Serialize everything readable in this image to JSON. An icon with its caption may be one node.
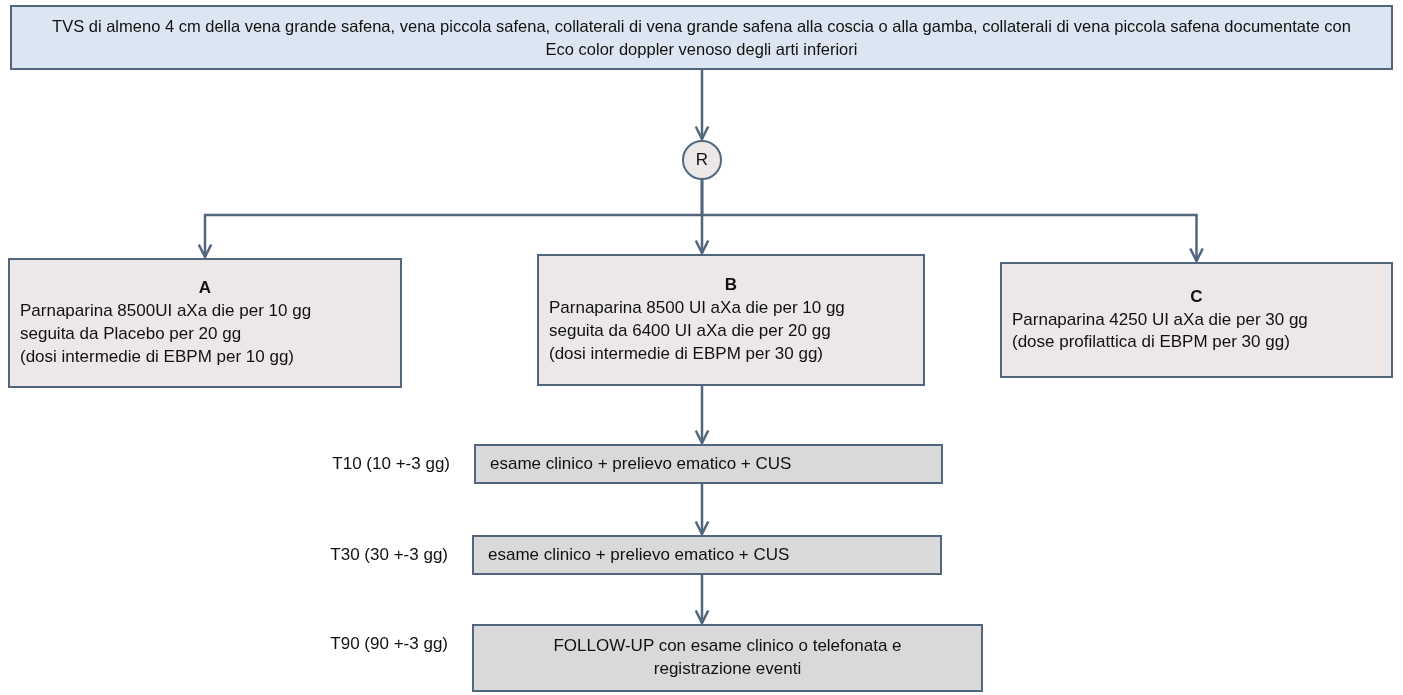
{
  "diagram": {
    "nodes": [
      {
        "text": [
          "TVS di almeno 4 cm della vena grande safena, vena piccola safena, collaterali di vena grande safena alla coscia o alla gamba, collaterali di vena piccola safena documentate con Eco color doppler venoso degli arti inferiori"
        ]
      },
      {
        "text": [
          "R"
        ]
      },
      {
        "text": [
          "A",
          "Parnaparina 8500UI aXa die per 10 gg",
          "seguita da Placebo per 20 gg",
          "(dosi intermedie di EBPM per 10 gg)"
        ]
      },
      {
        "text": [
          "B",
          "Parnaparina 8500 UI aXa die per 10 gg",
          "seguita da 6400 UI aXa die per 20 gg",
          "(dosi intermedie di EBPM per 30 gg)"
        ]
      },
      {
        "text": [
          "C",
          "Parnaparina 4250 UI aXa die per 30 gg",
          "(dose profilattica di EBPM per 30 gg)"
        ]
      },
      {
        "text": [
          "esame clinico + prelievo ematico + CUS"
        ],
        "beside": [
          "T10 (10 +-3 gg)"
        ]
      },
      {
        "text": [
          "esame clinico + prelievo ematico + CUS"
        ],
        "beside": [
          "T30 (30 +-3 gg)"
        ]
      },
      {
        "text": [
          "FOLLOW-UP con esame clinico o telefonata e registrazione eventi"
        ],
        "beside": [
          "T90 (90 +-3 gg)"
        ]
      }
    ],
    "edges": [
      {
        "from": 0,
        "to": 1,
        "arrow": "to"
      },
      {
        "from": 1,
        "to": 2,
        "arrow": "to"
      },
      {
        "from": 1,
        "to": 3,
        "arrow": "to"
      },
      {
        "from": 1,
        "to": 4,
        "arrow": "to"
      },
      {
        "from": 3,
        "to": 5,
        "arrow": "to"
      },
      {
        "from": 5,
        "to": 6,
        "arrow": "to"
      },
      {
        "from": 6,
        "to": 7,
        "arrow": "to"
      }
    ]
  }
}
